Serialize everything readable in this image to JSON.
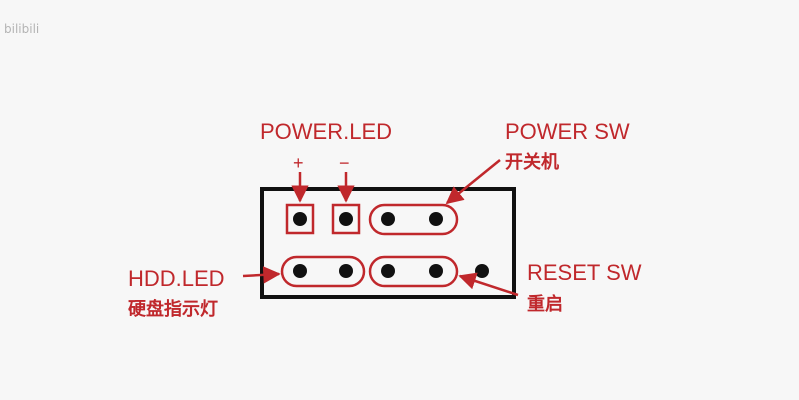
{
  "watermark": "bilibili",
  "colors": {
    "accent": "#c0282c",
    "header_outline": "#111111",
    "pin": "#111111",
    "background": "#f7f7f7"
  },
  "labels": {
    "power_led": "POWER.LED",
    "power_led_plus": "+",
    "power_led_minus": "−",
    "power_sw": "POWER SW",
    "power_sw_cn": "开关机",
    "hdd_led": "HDD.LED",
    "hdd_led_cn": "硬盘指示灯",
    "reset_sw": "RESET SW",
    "reset_sw_cn": "重启"
  },
  "header": {
    "rows": 2,
    "pins_top_row": 4,
    "pins_bottom_row": 5
  }
}
